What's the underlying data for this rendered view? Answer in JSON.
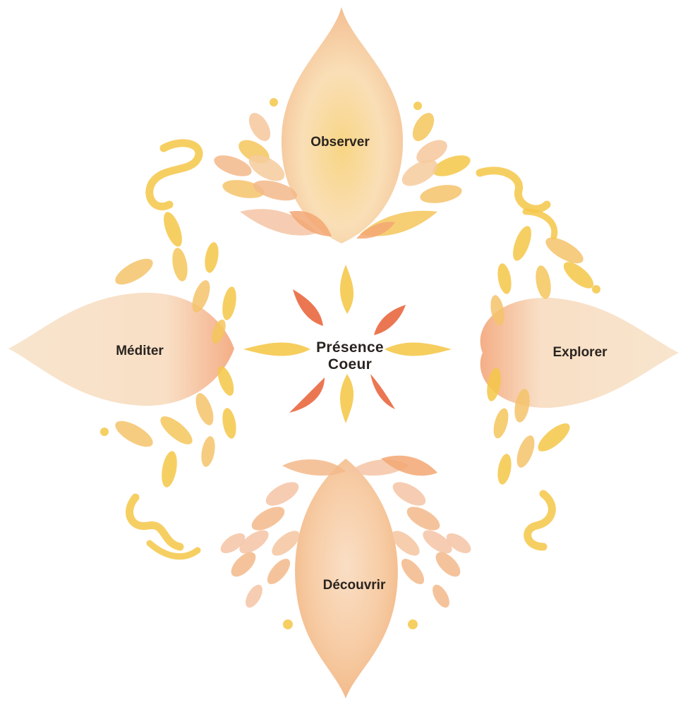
{
  "labels": {
    "top": "Observer",
    "left": "Méditer",
    "right": "Explorer",
    "bottom": "Découvrir",
    "center_line1": "Présence",
    "center_line2": "Coeur"
  },
  "colors": {
    "background": "#ffffff",
    "petal_peach_light": "#fbe2c4",
    "petal_peach": "#f6c79c",
    "petal_orange": "#f3a773",
    "petal_yellow": "#f5c748",
    "petal_yellow_light": "#f8d87a",
    "center_red": "#e8643a",
    "text": "#2a2420"
  }
}
